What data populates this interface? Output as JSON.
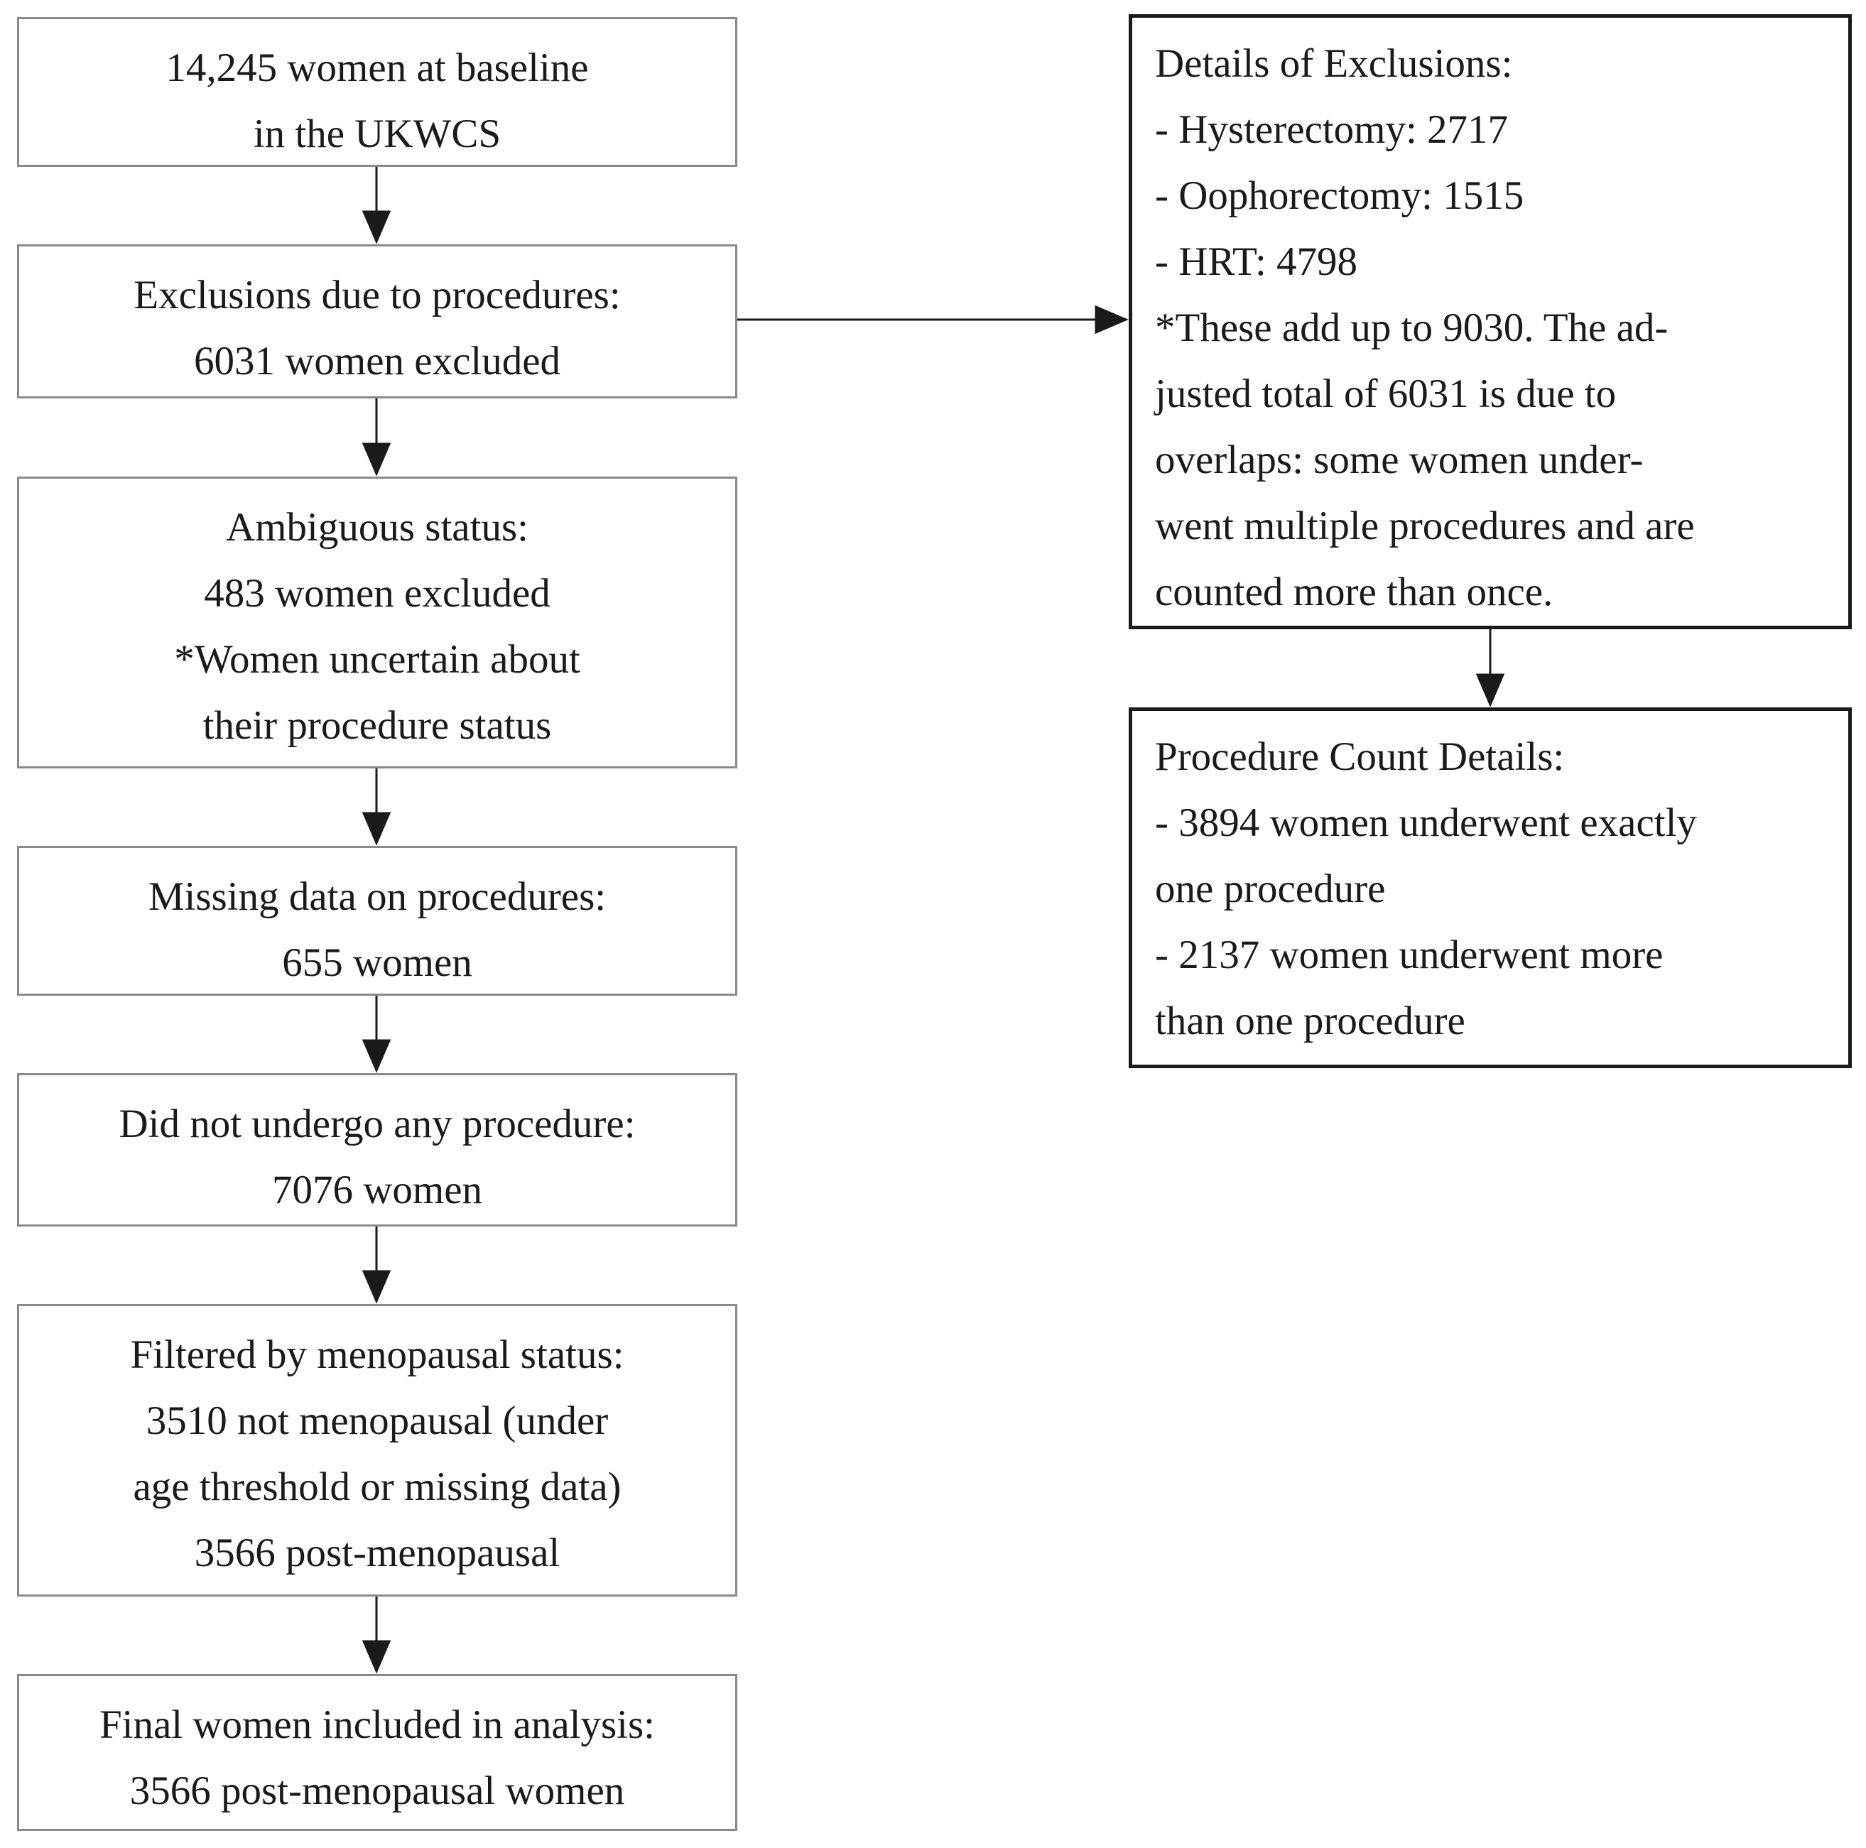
{
  "flowchart": {
    "left_boxes": [
      {
        "id": "baseline",
        "lines": [
          "14,245 women at baseline",
          "in the UKWCS"
        ]
      },
      {
        "id": "procedure-exclusions",
        "lines": [
          "Exclusions due to procedures:",
          "6031 women excluded"
        ]
      },
      {
        "id": "ambiguous-status",
        "lines": [
          "Ambiguous status:",
          "483 women excluded",
          "*Women uncertain about",
          "their procedure status"
        ]
      },
      {
        "id": "missing-data",
        "lines": [
          "Missing data on procedures:",
          "655 women"
        ]
      },
      {
        "id": "no-procedure",
        "lines": [
          "Did not undergo any procedure:",
          "7076 women"
        ]
      },
      {
        "id": "menopausal-filter",
        "lines": [
          "Filtered by menopausal status:",
          "3510 not menopausal (under",
          "age threshold or missing data)",
          "3566 post-menopausal"
        ]
      },
      {
        "id": "final-included",
        "lines": [
          "Final women included in analysis:",
          "3566 post-menopausal women"
        ]
      }
    ],
    "right_boxes": [
      {
        "id": "exclusion-details",
        "lines": [
          "Details of Exclusions:",
          "- Hysterectomy:  2717",
          "- Oophorectomy:  1515",
          "- HRT: 4798",
          "*These add up to 9030.  The ad-",
          "justed total of 6031 is due to",
          "overlaps:  some women under-",
          "went multiple procedures and are",
          "counted more than once."
        ]
      },
      {
        "id": "procedure-count-details",
        "lines": [
          "Procedure Count Details:",
          "- 3894 women underwent exactly",
          "one procedure",
          "- 2137 women underwent more",
          "than one procedure"
        ]
      }
    ]
  }
}
